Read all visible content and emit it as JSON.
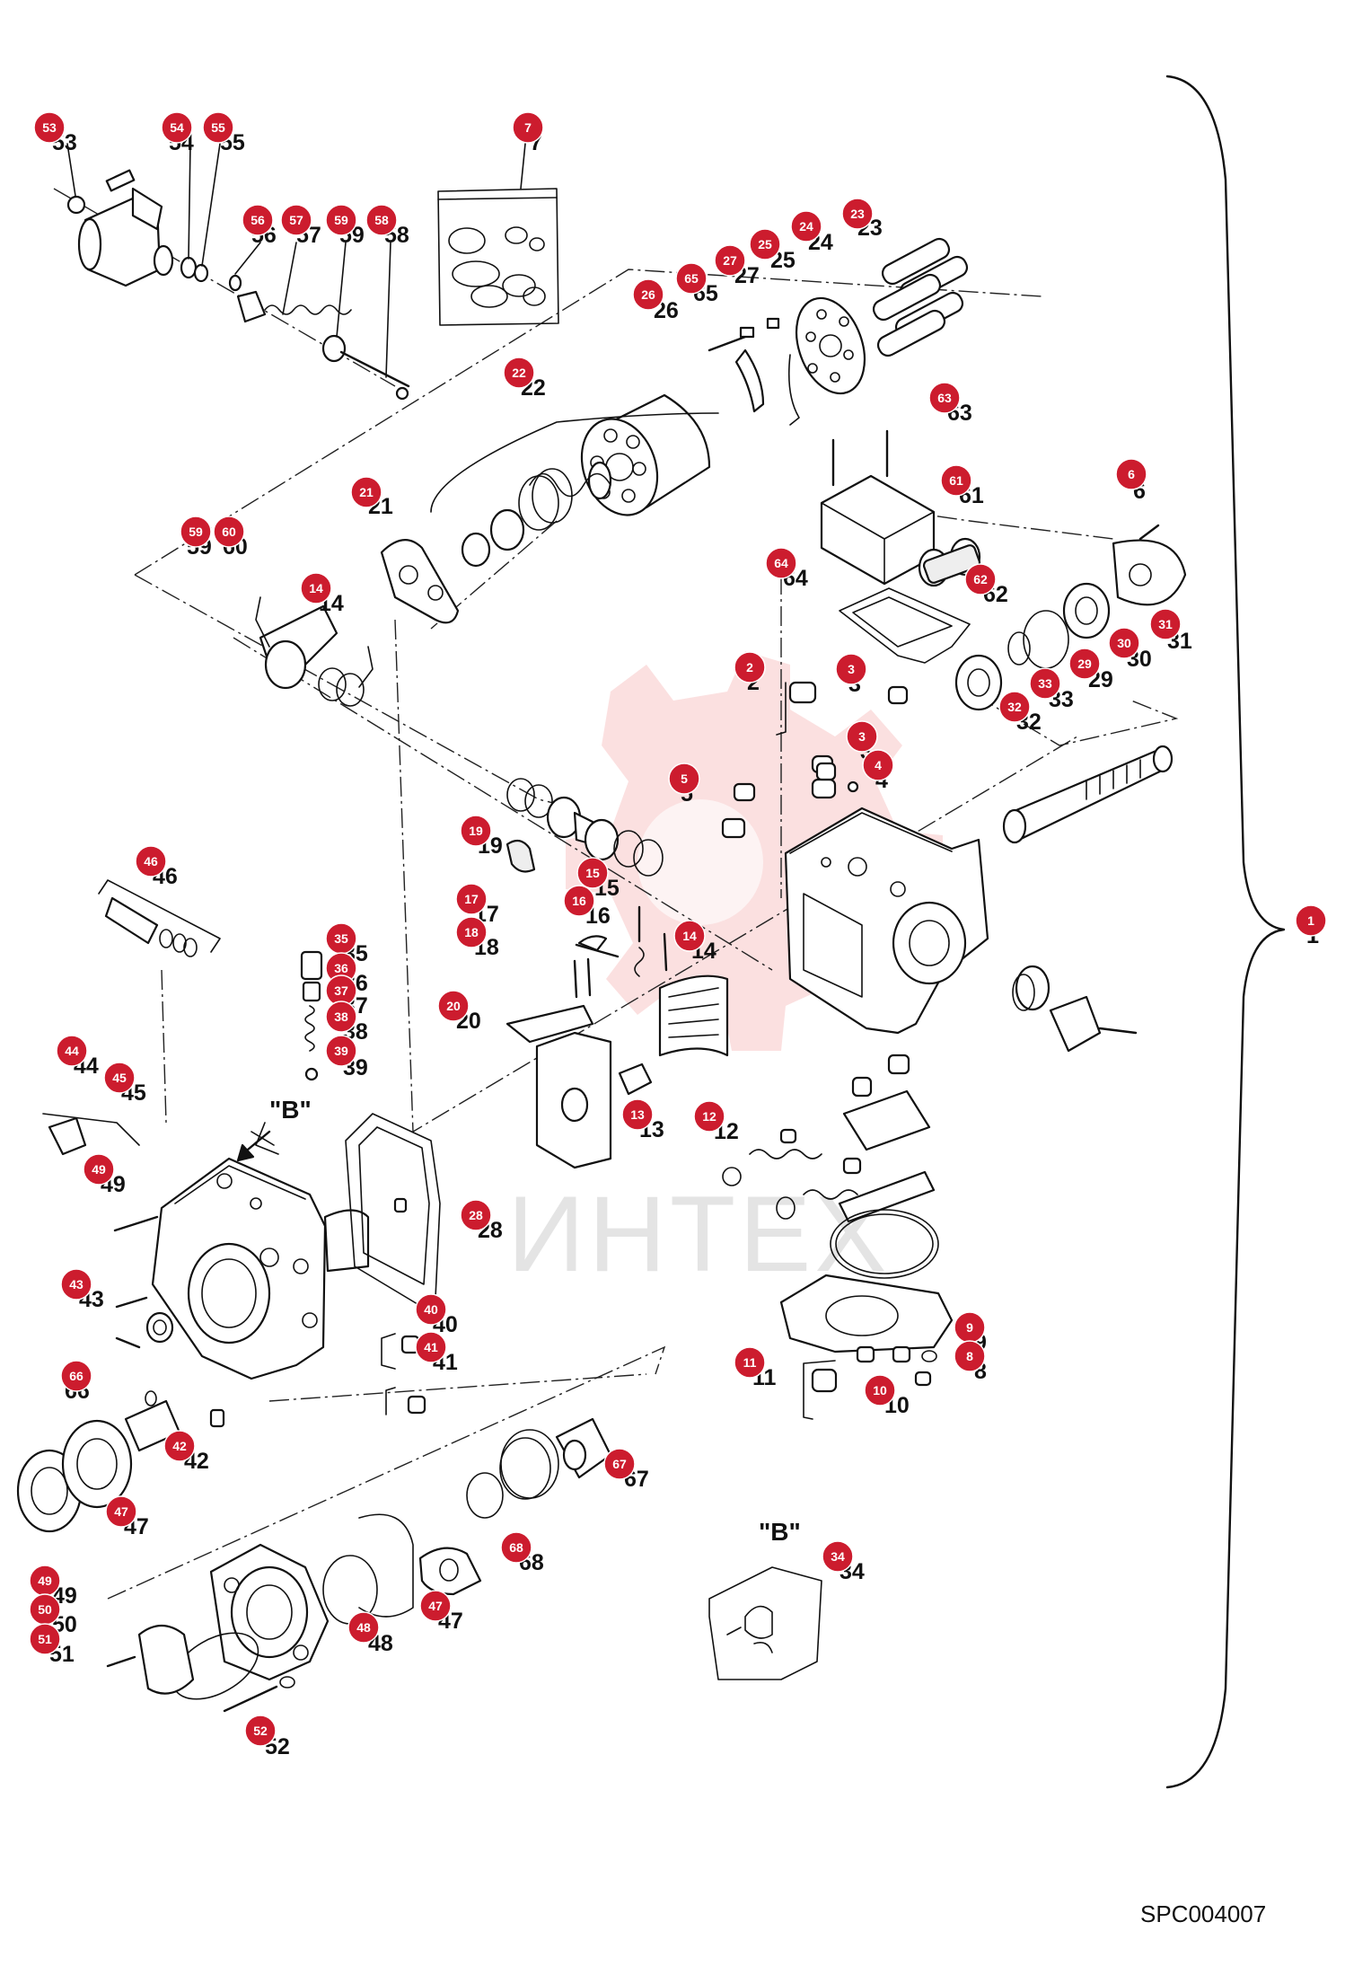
{
  "drawing_code": "SPC004007",
  "watermark": "ИНТЕХ",
  "view_labels": [
    "\"B\"",
    "\"B\""
  ],
  "assembly_callout": "1",
  "callouts": [
    {
      "n": "53"
    },
    {
      "n": "54"
    },
    {
      "n": "55"
    },
    {
      "n": "56"
    },
    {
      "n": "57"
    },
    {
      "n": "59"
    },
    {
      "n": "58"
    },
    {
      "n": "7"
    },
    {
      "n": "23"
    },
    {
      "n": "24"
    },
    {
      "n": "25"
    },
    {
      "n": "27"
    },
    {
      "n": "65"
    },
    {
      "n": "26"
    },
    {
      "n": "22"
    },
    {
      "n": "21"
    },
    {
      "n": "63"
    },
    {
      "n": "61"
    },
    {
      "n": "6"
    },
    {
      "n": "59"
    },
    {
      "n": "60"
    },
    {
      "n": "14"
    },
    {
      "n": "64"
    },
    {
      "n": "62"
    },
    {
      "n": "31"
    },
    {
      "n": "30"
    },
    {
      "n": "29"
    },
    {
      "n": "33"
    },
    {
      "n": "32"
    },
    {
      "n": "2"
    },
    {
      "n": "3"
    },
    {
      "n": "3"
    },
    {
      "n": "4"
    },
    {
      "n": "5"
    },
    {
      "n": "46"
    },
    {
      "n": "19"
    },
    {
      "n": "15"
    },
    {
      "n": "16"
    },
    {
      "n": "17"
    },
    {
      "n": "18"
    },
    {
      "n": "14"
    },
    {
      "n": "1"
    },
    {
      "n": "35"
    },
    {
      "n": "36"
    },
    {
      "n": "37"
    },
    {
      "n": "38"
    },
    {
      "n": "39"
    },
    {
      "n": "20"
    },
    {
      "n": "44"
    },
    {
      "n": "45"
    },
    {
      "n": "13"
    },
    {
      "n": "12"
    },
    {
      "n": "49"
    },
    {
      "n": "28"
    },
    {
      "n": "43"
    },
    {
      "n": "40"
    },
    {
      "n": "41"
    },
    {
      "n": "9"
    },
    {
      "n": "8"
    },
    {
      "n": "11"
    },
    {
      "n": "10"
    },
    {
      "n": "66"
    },
    {
      "n": "42"
    },
    {
      "n": "67"
    },
    {
      "n": "47"
    },
    {
      "n": "68"
    },
    {
      "n": "34"
    },
    {
      "n": "49"
    },
    {
      "n": "50"
    },
    {
      "n": "51"
    },
    {
      "n": "48"
    },
    {
      "n": "47"
    },
    {
      "n": "52"
    }
  ]
}
